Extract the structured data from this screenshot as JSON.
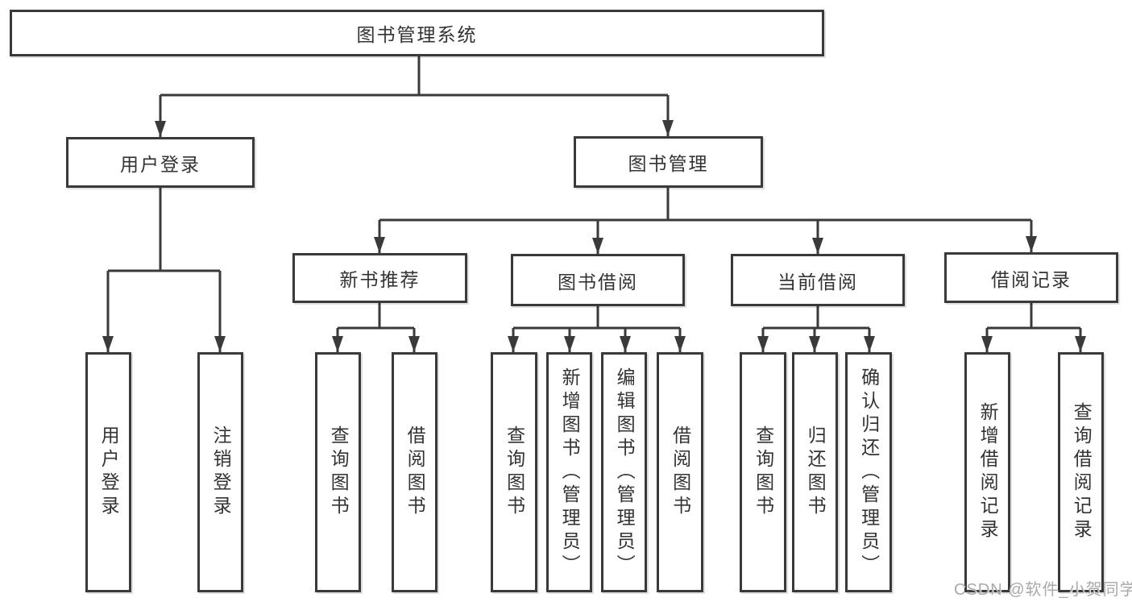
{
  "colors": {
    "line": "#3a3a3a",
    "text": "#333333",
    "watermark": "#a9a9a9",
    "background": "#ffffff"
  },
  "watermark": "CSDN @软件_小贺同学",
  "tree": {
    "label": "图书管理系统",
    "children": [
      {
        "label": "用户登录",
        "children": [
          {
            "label": "用户登录"
          },
          {
            "label": "注销登录"
          }
        ]
      },
      {
        "label": "图书管理",
        "children": [
          {
            "label": "新书推荐",
            "children": [
              {
                "label": "查询图书"
              },
              {
                "label": "借阅图书"
              }
            ]
          },
          {
            "label": "图书借阅",
            "children": [
              {
                "label": "查询图书"
              },
              {
                "label": "新增图书（管理员）"
              },
              {
                "label": "编辑图书（管理员）"
              },
              {
                "label": "借阅图书"
              }
            ]
          },
          {
            "label": "当前借阅",
            "children": [
              {
                "label": "查询图书"
              },
              {
                "label": "归还图书"
              },
              {
                "label": "确认归还（管理员）"
              }
            ]
          },
          {
            "label": "借阅记录",
            "children": [
              {
                "label": "新增借阅记录"
              },
              {
                "label": "查询借阅记录"
              }
            ]
          }
        ]
      }
    ]
  }
}
